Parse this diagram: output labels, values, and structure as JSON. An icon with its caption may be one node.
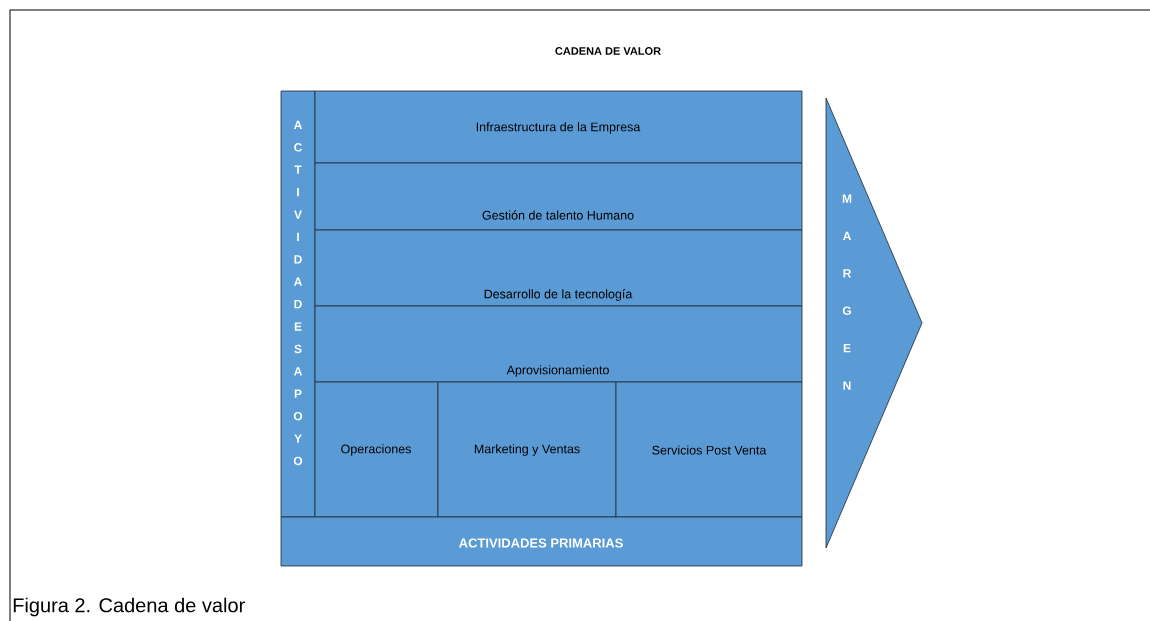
{
  "diagram": {
    "title": "CADENA DE VALOR",
    "caption": "Figura 2. Cadena de valor",
    "nodes": [
      {
        "text": [
          "ACTIVIDADESAPOYO"
        ]
      },
      {
        "text": [
          "Infraestructura de la Empresa"
        ]
      },
      {
        "text": [
          "Gestión de talento Humano"
        ]
      },
      {
        "text": [
          "Desarrollo de la tecnología"
        ]
      },
      {
        "text": [
          "Aprovisionamiento"
        ]
      },
      {
        "text": [
          "Operaciones"
        ]
      },
      {
        "text": [
          "Marketing y Ventas"
        ]
      },
      {
        "text": [
          "Servicios Post Venta"
        ]
      },
      {
        "text": [
          "ACTIVIDADES PRIMARIAS"
        ]
      },
      {
        "text": [
          "MARGEN"
        ]
      }
    ]
  }
}
